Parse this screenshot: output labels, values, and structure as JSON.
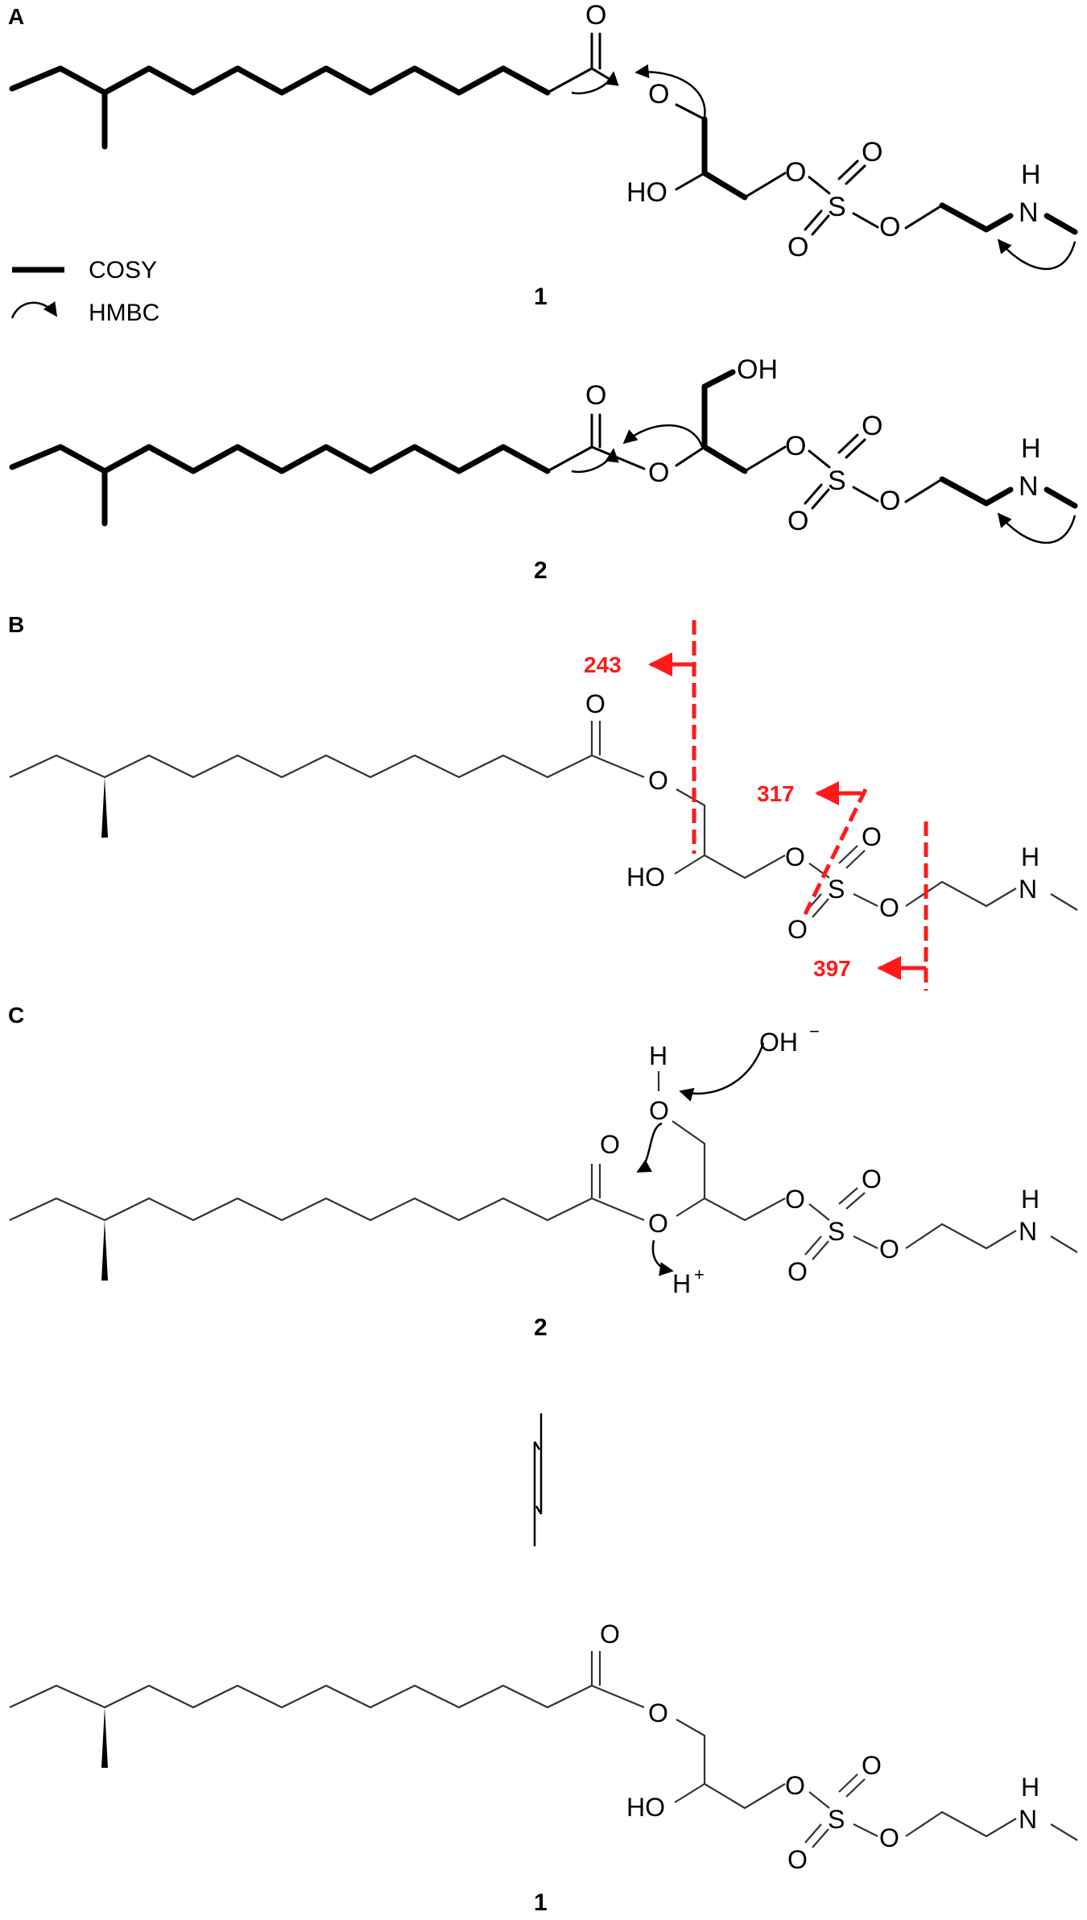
{
  "panels": {
    "a": "A",
    "b": "B",
    "c": "C"
  },
  "compounds": {
    "c1": "1",
    "c2": "2"
  },
  "legend": {
    "cosy": "COSY",
    "hmbc": "HMBC"
  },
  "atoms": {
    "O": "O",
    "HO": "HO",
    "OH": "OH",
    "S": "S",
    "N": "N",
    "H": "H",
    "OH_minus": "OH",
    "minus": "−",
    "plus": "+"
  },
  "fragments": [
    "243",
    "317",
    "397"
  ],
  "colors": {
    "fragment": "#ff1a1a",
    "structure": "#000000"
  }
}
